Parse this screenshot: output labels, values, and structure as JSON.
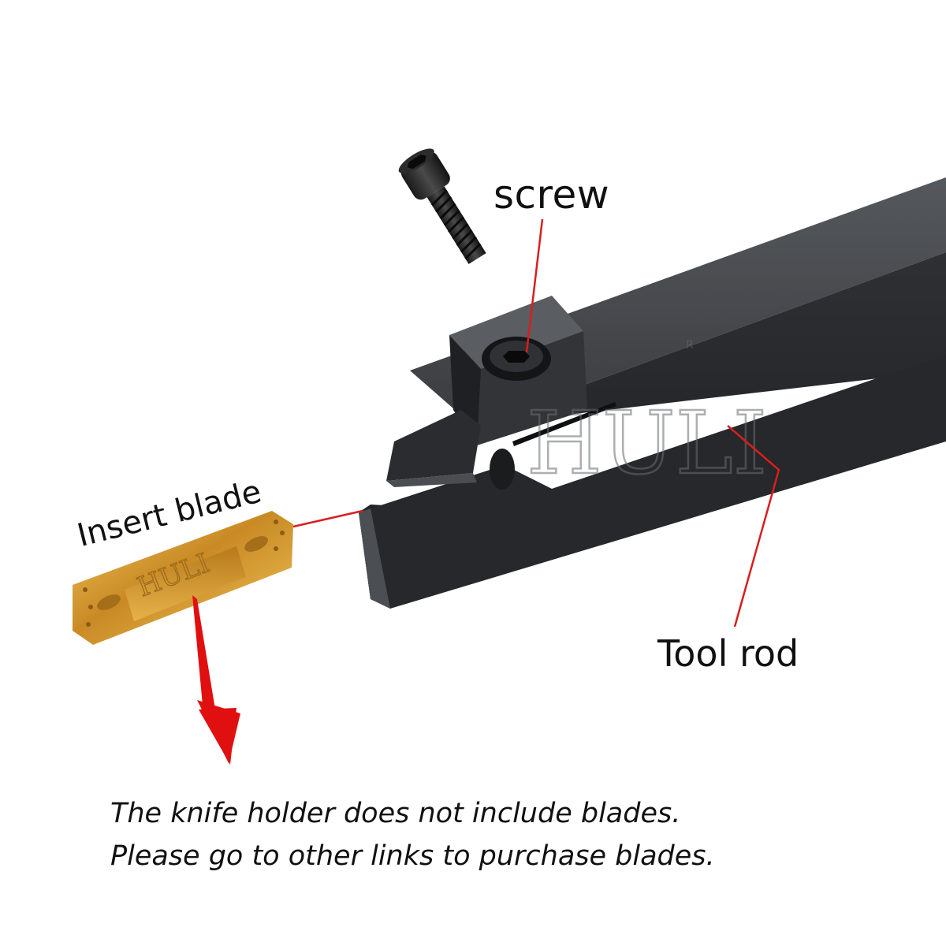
{
  "labels": {
    "screw": "screw",
    "insert_blade": "Insert blade",
    "tool_rod": "Tool rod"
  },
  "watermark": {
    "brand": "HULI",
    "registered_mark": "R"
  },
  "notice": {
    "line1": "The knife holder does not include blades.",
    "line2": "Please go to other links to purchase blades."
  },
  "colors": {
    "callout_line": "#d81e1e",
    "arrow": "#e01010",
    "tool_body": "#2b2d30",
    "insert_gold": "#d8a23a",
    "text": "#111111"
  }
}
